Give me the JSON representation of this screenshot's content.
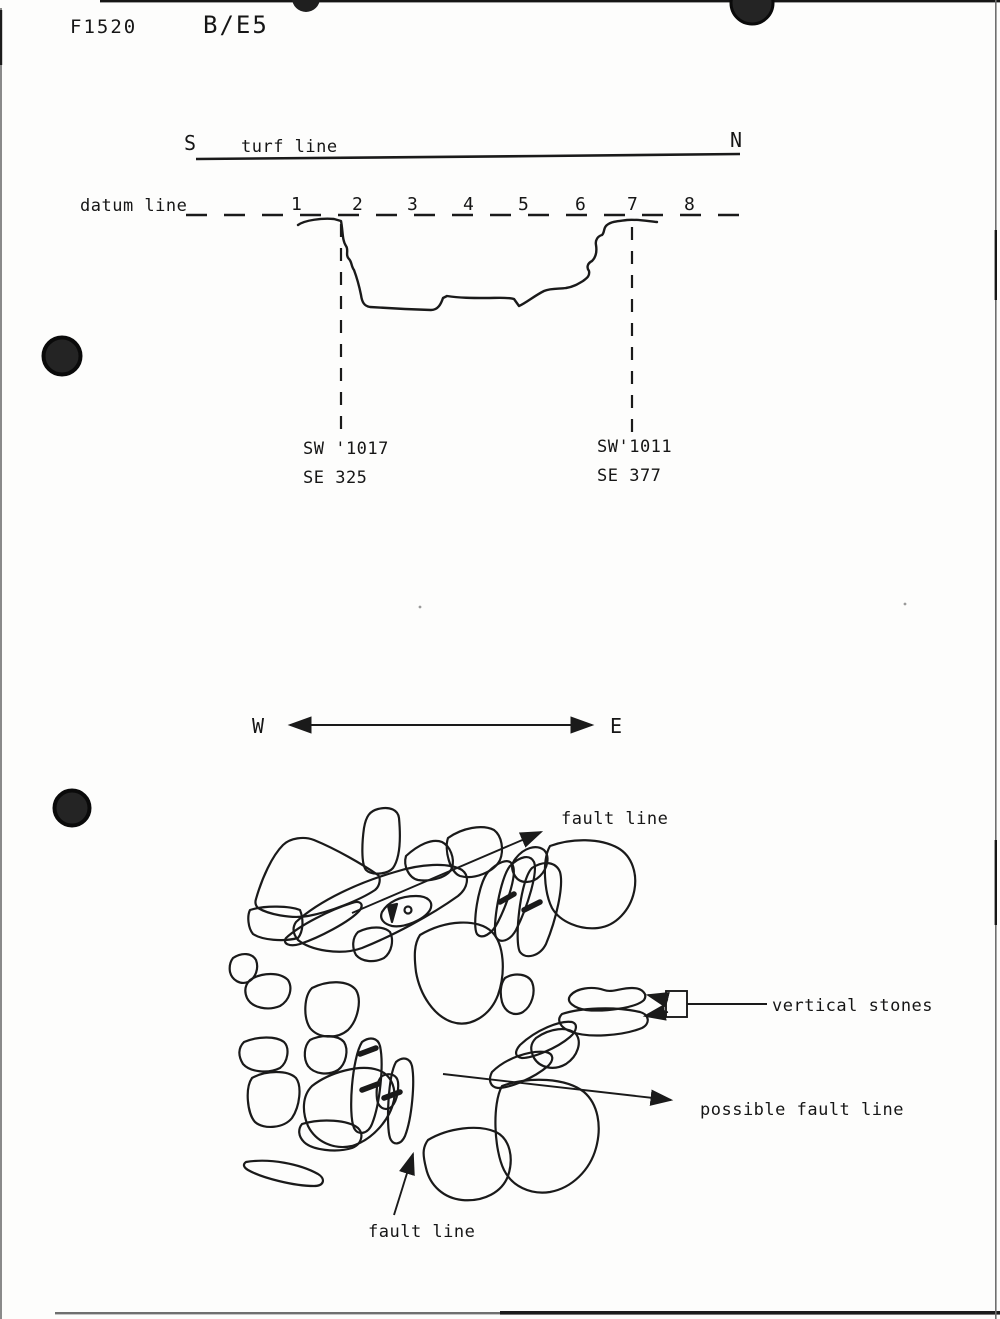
{
  "page": {
    "doc_code": "F1520",
    "grid_square": "B/E5",
    "colors": {
      "ink": "#1a1a1a",
      "paper": "#fdfdfc",
      "punch_hole": "#1f1f1f"
    }
  },
  "section_drawing": {
    "south_label": "S",
    "north_label": "N",
    "turf_line_label": "turf line",
    "datum_line_label": "datum line",
    "scale_marks": [
      "1",
      "2",
      "3",
      "4",
      "5",
      "6",
      "7",
      "8"
    ],
    "south_coordinate": {
      "line1": "SW '1017",
      "line2": "SE 325"
    },
    "north_coordinate": {
      "line1": "SW'1011",
      "line2": "SE 377"
    }
  },
  "plan_drawing": {
    "west_label": "W",
    "east_label": "E",
    "fault_line_ne_label": "fault line",
    "vertical_stones_label": "vertical stones",
    "possible_fault_line_label": "possible fault line",
    "fault_line_s_label": "fault line"
  }
}
